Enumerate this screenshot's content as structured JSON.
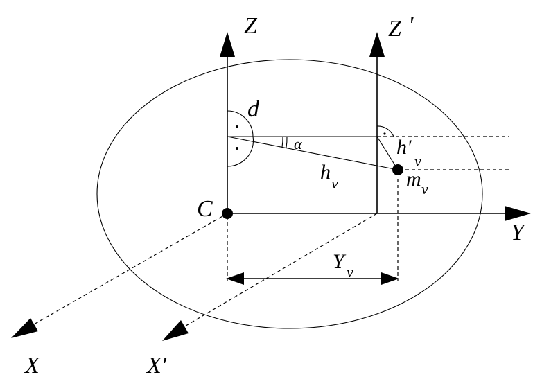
{
  "labels": {
    "z_axis": "Z",
    "z_prime_axis": "Z",
    "z_prime_mark": "'",
    "y_axis": "Y",
    "x_axis": "X",
    "x_prime_axis": "X'",
    "center": "C",
    "distance": "d",
    "angle": "α",
    "h_main": "h",
    "h_sub": "ν",
    "h_prime_main": "h'",
    "h_prime_sub": "ν",
    "m_main": "m",
    "m_sub": "ν",
    "y_nu_main": "Y",
    "y_nu_sub": "ν"
  }
}
